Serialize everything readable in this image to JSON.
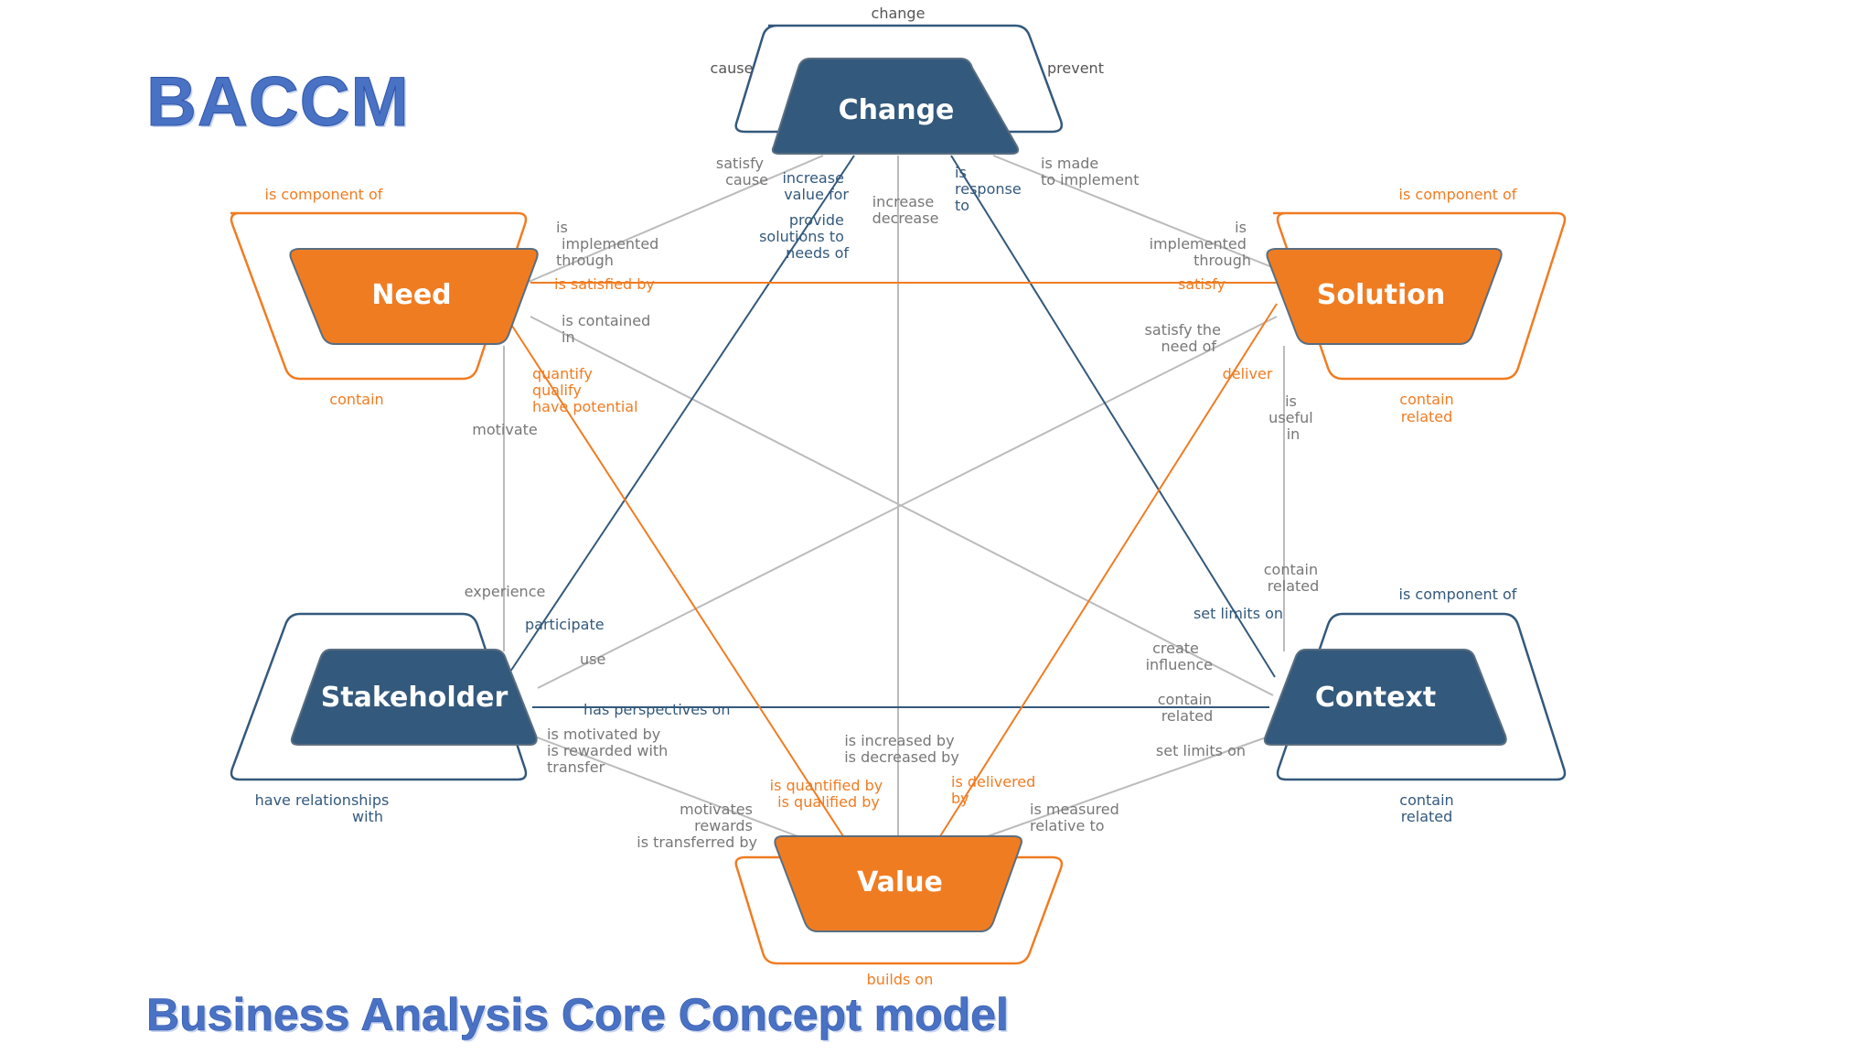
{
  "title": "BACCM",
  "subtitle": "Business Analysis Core Concept model",
  "colors": {
    "navy": "#33597c",
    "orange": "#f07c22",
    "grey_line": "#bbbbbb",
    "grey_text": "#777777",
    "title_blue": "#4a72c4"
  },
  "concepts": {
    "change": {
      "label": "Change",
      "top": "change",
      "left": "cause",
      "right": "prevent"
    },
    "need": {
      "label": "Need",
      "top": "is component of",
      "bottom": "contain"
    },
    "solution": {
      "label": "Solution",
      "top": "is component of",
      "bottom": [
        "contain",
        "related"
      ]
    },
    "stakeholder": {
      "label": "Stakeholder",
      "bottom": [
        "have relationships",
        "with"
      ]
    },
    "context": {
      "label": "Context",
      "top": "is component of",
      "bottom": [
        "contain",
        "related"
      ]
    },
    "value": {
      "label": "Value",
      "bottom": "builds on"
    }
  },
  "relations": {
    "change_need": [
      "satisfy",
      "cause"
    ],
    "change_value_a": [
      "increase",
      "value for"
    ],
    "change_value_b": [
      "increase",
      "decrease"
    ],
    "change_context": [
      "is",
      "response",
      "to"
    ],
    "change_solution": [
      "is made",
      "to implement"
    ],
    "need_change": [
      "is",
      "implemented",
      "through"
    ],
    "stakeholder_change": [
      "provide",
      "solutions to",
      "needs of"
    ],
    "solution_change": [
      "is",
      "implemented",
      "through"
    ],
    "need_solution": "is satisfied by",
    "solution_need": "satisfy",
    "need_context": [
      "is contained",
      "in"
    ],
    "solution_stakeholder": [
      "satisfy the",
      "need of"
    ],
    "need_value": [
      "quantify",
      "qualify",
      "have potential"
    ],
    "solution_value": "deliver",
    "need_stakeholder": "motivate",
    "solution_context": [
      "is",
      "useful",
      "in"
    ],
    "stakeholder_need": "experience",
    "context_solution": [
      "contain",
      "related"
    ],
    "stakeholder_participate": "participate",
    "context_change": "set limits on",
    "stakeholder_use": "use",
    "context_need": [
      "create",
      "influence"
    ],
    "stakeholder_context": "has perspectives on",
    "context_stakeholder": [
      "contain",
      "related"
    ],
    "stakeholder_value": [
      "is motivated by",
      "is rewarded with",
      "transfer"
    ],
    "context_value": "set limits on",
    "value_change": [
      "is increased by",
      "is decreased by"
    ],
    "value_need": [
      "is quantified by",
      "is qualified by"
    ],
    "value_solution": [
      "is delivered",
      "by"
    ],
    "value_stakeholder": [
      "motivates",
      "rewards",
      "is transferred by"
    ],
    "value_context": [
      "is measured",
      "relative to"
    ]
  }
}
